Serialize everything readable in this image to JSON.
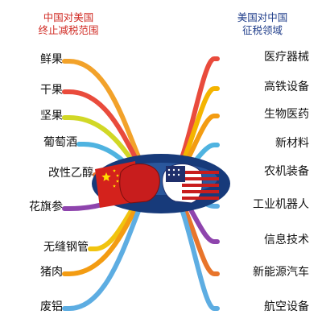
{
  "left_title": [
    "中国对美国",
    "终止减税范围"
  ],
  "right_title": [
    "美国对中国",
    "征税领域"
  ],
  "left_items": [
    {
      "label": "鲜果",
      "color": "#f2a22a"
    },
    {
      "label": "干果",
      "color": "#e94b3c"
    },
    {
      "label": "坚果",
      "color": "#d1d826"
    },
    {
      "label": "葡萄酒",
      "color": "#4fb3e0"
    },
    {
      "label": "改性乙醇",
      "color": "#e8752b"
    },
    {
      "label": "花旗参",
      "color": "#8e44ad"
    },
    {
      "label": "无缝钢管",
      "color": "#f1c40f"
    },
    {
      "label": "猪肉",
      "color": "#f39c12"
    },
    {
      "label": "废铝",
      "color": "#5dade2"
    }
  ],
  "right_items": [
    {
      "label": "医疗器械",
      "color": "#e94b3c"
    },
    {
      "label": "高铁设备",
      "color": "#f4b400"
    },
    {
      "label": "生物医药",
      "color": "#f39c12"
    },
    {
      "label": "新材料",
      "color": "#4fb3e0"
    },
    {
      "label": "农机装备",
      "color": "#2ecc71"
    },
    {
      "label": "工业机器人",
      "color": "#5dade2"
    },
    {
      "label": "信息技术",
      "color": "#8e44ad"
    },
    {
      "label": "新能源汽车",
      "color": "#e8752b"
    },
    {
      "label": "航空设备",
      "color": "#5dade2"
    }
  ],
  "center": {
    "left_flag": "china-flag",
    "right_flag": "usa-flag",
    "left_glove": "red-boxing-glove",
    "right_glove": "us-flag-boxing-glove",
    "ellipse_color": "#173a7a"
  }
}
